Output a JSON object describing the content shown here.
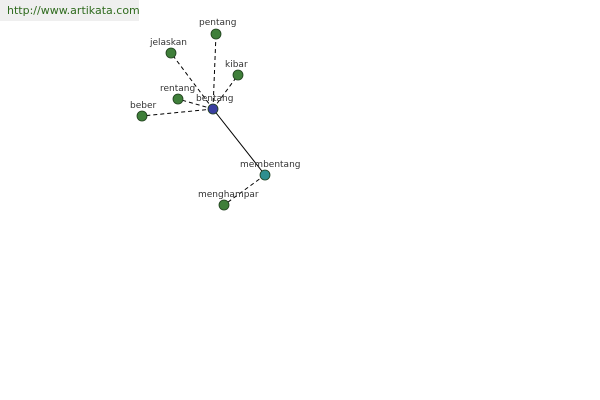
{
  "source_url": "http://www.artikata.com",
  "colors": {
    "synonym_node": "#3f7f3a",
    "center_node": "#3a3fa0",
    "derived_node": "#2f8f8f",
    "edge": "#000000",
    "url_text": "#2f6b1e",
    "label": "#333333"
  },
  "center": {
    "label": "bentang"
  },
  "nodes": [
    {
      "id": "bentang",
      "label": "bentang",
      "kind": "center"
    },
    {
      "id": "pentang",
      "label": "pentang",
      "kind": "synonym"
    },
    {
      "id": "jelaskan",
      "label": "jelaskan",
      "kind": "synonym"
    },
    {
      "id": "kibar",
      "label": "kibar",
      "kind": "synonym"
    },
    {
      "id": "rentang",
      "label": "rentang",
      "kind": "synonym"
    },
    {
      "id": "beber",
      "label": "beber",
      "kind": "synonym"
    },
    {
      "id": "membentang",
      "label": "membentang",
      "kind": "derived"
    },
    {
      "id": "menghampar",
      "label": "menghampar",
      "kind": "synonym"
    }
  ],
  "edges": [
    {
      "from": "bentang",
      "to": "pentang",
      "style": "dashed"
    },
    {
      "from": "bentang",
      "to": "jelaskan",
      "style": "dashed"
    },
    {
      "from": "bentang",
      "to": "kibar",
      "style": "dashed"
    },
    {
      "from": "bentang",
      "to": "rentang",
      "style": "dashed"
    },
    {
      "from": "bentang",
      "to": "beber",
      "style": "dashed"
    },
    {
      "from": "bentang",
      "to": "membentang",
      "style": "solid"
    },
    {
      "from": "membentang",
      "to": "menghampar",
      "style": "dashed"
    }
  ]
}
